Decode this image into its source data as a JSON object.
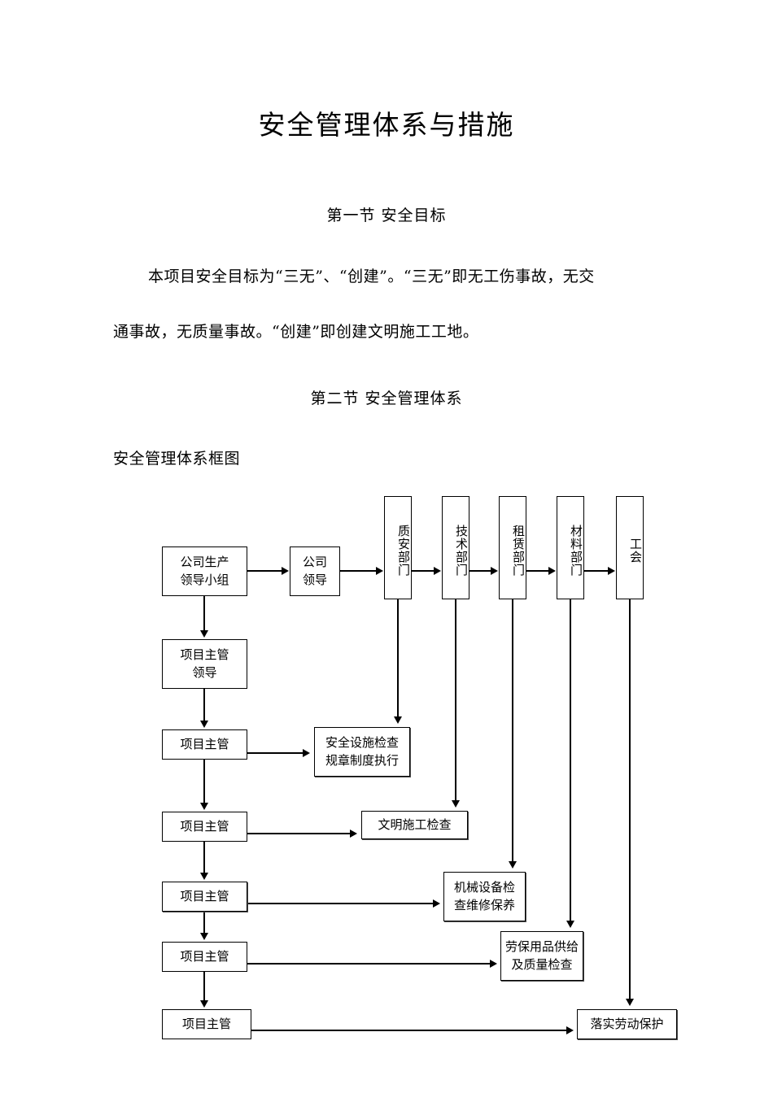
{
  "document": {
    "title": "安全管理体系与措施",
    "sections": [
      {
        "id": "sec1",
        "heading": "第一节  安全目标"
      },
      {
        "id": "sec2",
        "heading": "第二节   安全管理体系"
      }
    ],
    "paragraph_lines": [
      "本项目安全目标为“三无”、“创建”。“三无”即无工伤事故，无交",
      "通事故，无质量事故。“创建”即创建文明施工工地。"
    ],
    "figure_caption": "安全管理体系框图"
  },
  "flowchart": {
    "departments": [
      {
        "label": "质安部门"
      },
      {
        "label": "技术部门"
      },
      {
        "label": "租赁部门"
      },
      {
        "label": "材料部门"
      },
      {
        "label": "工会"
      }
    ],
    "org_nodes": {
      "company_production_group": {
        "line1": "公司生产",
        "line2": "领导小组"
      },
      "company_leader": {
        "line1": "公司",
        "line2": "领导"
      },
      "project_lead_manager": {
        "line1": "项目主管",
        "line2": "领导"
      }
    },
    "supervisors": [
      {
        "label": "项目主管"
      },
      {
        "label": "项目主管"
      },
      {
        "label": "项目主管"
      },
      {
        "label": "项目主管"
      },
      {
        "label": "项目主管"
      }
    ],
    "tasks": [
      {
        "line1": "安全设施检查",
        "line2": "规章制度执行"
      },
      {
        "line1": "文明施工检查",
        "line2": ""
      },
      {
        "line1": "机械设备检",
        "line2": "查维修保养"
      },
      {
        "line1": "劳保用品供给",
        "line2": "及质量检查"
      },
      {
        "line1": "落实劳动保护",
        "line2": ""
      }
    ]
  },
  "colors": {
    "ink": "#000000",
    "page": "#ffffff"
  }
}
